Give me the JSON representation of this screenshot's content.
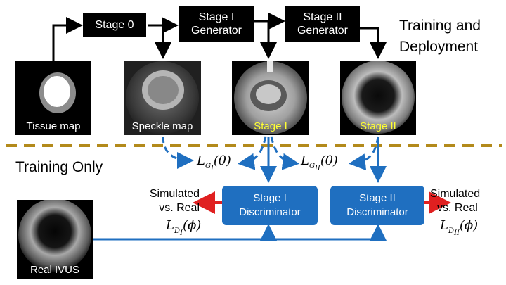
{
  "title_right": [
    "Training and",
    "Deployment"
  ],
  "section_label": "Training Only",
  "stages": {
    "stage0": "Stage 0",
    "stage1_gen": [
      "Stage I",
      "Generator"
    ],
    "stage2_gen": [
      "Stage II",
      "Generator"
    ],
    "stage1_disc": [
      "Stage I",
      "Discriminator"
    ],
    "stage2_disc": [
      "Stage II",
      "Discriminator"
    ]
  },
  "images": {
    "tissue": "Tissue map",
    "speckle": "Speckle map",
    "stage1": "Stage I",
    "stage2": "Stage II",
    "real": "Real IVUS"
  },
  "losses": {
    "gen1": {
      "base": "L",
      "sub": "G",
      "subsub": "I",
      "arg": "(θ)"
    },
    "gen2": {
      "base": "L",
      "sub": "G",
      "subsub": "II",
      "arg": "(θ)"
    },
    "disc1": {
      "base": "L",
      "sub": "D",
      "subsub": "I",
      "arg": "(ϕ)"
    },
    "disc2": {
      "base": "L",
      "sub": "D",
      "subsub": "II",
      "arg": "(ϕ)"
    }
  },
  "outputs": {
    "left": [
      "Simulated",
      "vs. Real"
    ],
    "right": [
      "Simulated",
      "vs. Real"
    ]
  },
  "colors": {
    "blue": "#1f6fc0",
    "dash_divider": "#b38a1b",
    "red_arrow": "#e02020",
    "yellow_caption": "#ffff33"
  }
}
